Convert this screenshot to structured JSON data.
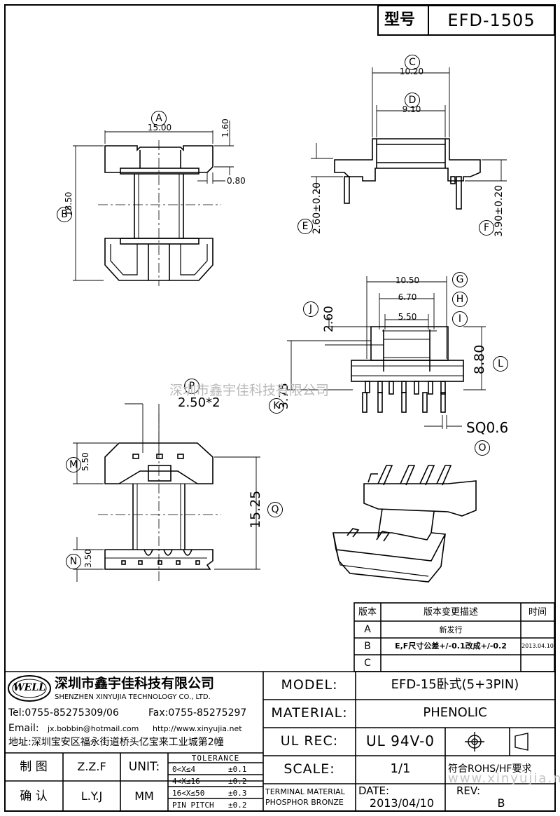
{
  "header": {
    "model_label": "型号",
    "model_value": "EFD-1505"
  },
  "dims": {
    "A": {
      "tag": "A",
      "value": "15.00"
    },
    "B": {
      "tag": "B",
      "value": "18.50"
    },
    "C": {
      "tag": "C",
      "value": "10.20"
    },
    "D": {
      "tag": "D",
      "value": "9.10"
    },
    "E": {
      "tag": "E",
      "value": "2.60±0.20"
    },
    "F": {
      "tag": "F",
      "value": "3.90±0.20"
    },
    "G": {
      "tag": "G",
      "value": "10.50"
    },
    "H": {
      "tag": "H",
      "value": "6.70"
    },
    "I": {
      "tag": "I",
      "value": "5.50"
    },
    "J": {
      "tag": "J",
      "value": "2.60"
    },
    "K": {
      "tag": "K",
      "value": "3.75"
    },
    "L": {
      "tag": "L",
      "value": "8.80"
    },
    "M": {
      "tag": "M",
      "value": "5.50"
    },
    "N": {
      "tag": "N",
      "value": "3.50"
    },
    "O": {
      "tag": "O",
      "value": "SQ0.6"
    },
    "P": {
      "tag": "P",
      "value": "2.50*2"
    },
    "Q": {
      "tag": "Q",
      "value": "15.25"
    },
    "top_1_60": "1.60",
    "top_0_80": "0.80"
  },
  "watermark_mid": "深圳市鑫宇佳科技有限公司",
  "watermark_bottom": "www.xinyujia.net",
  "revision": {
    "headers": [
      "版本",
      "版本变更描述",
      "时间"
    ],
    "rows": [
      {
        "ver": "A",
        "desc": "新发行",
        "date": ""
      },
      {
        "ver": "B",
        "desc": "E,F尺寸公差+/-0.1改成+/-0.2",
        "date": "2013.04.10"
      },
      {
        "ver": "C",
        "desc": "",
        "date": ""
      }
    ]
  },
  "company": {
    "logo": "WELL",
    "name_cn": "深圳市鑫宇佳科技有限公司",
    "name_en": "SHENZHEN XINYUJIA TECHNOLOGY CO., LTD.",
    "tel": "Tel:0755-85275309/06",
    "fax": "Fax:0755-85275297",
    "email_label": "Email:",
    "email": "jx.bobbin@hotmail.com",
    "web": "http://www.xinyujia.net",
    "address": "地址:深圳宝安区福永街道桥头亿宝来工业城第2幢"
  },
  "signoff": {
    "drawn_label": "制 图",
    "drawn_value": "Z.Z.F",
    "check_label": "确 认",
    "check_value": "L.Y.J",
    "unit_label": "UNIT:",
    "unit_value": "MM"
  },
  "tolerance": {
    "title": "TOLERANCE",
    "rows": [
      {
        "range": "0<X≤4",
        "tol": "±0.1"
      },
      {
        "range": "4<X≤16",
        "tol": "±0.2"
      },
      {
        "range": "16<X≤50",
        "tol": "±0.3"
      },
      {
        "range": "PIN PITCH",
        "tol": "±0.2"
      }
    ]
  },
  "spec": {
    "model_label": "MODEL:",
    "model_value": "EFD-15卧式(5+3PIN)",
    "material_label": "MATERIAL:",
    "material_value": "PHENOLIC",
    "ulrec_label": "UL REC:",
    "ulrec_value": "UL 94V-0",
    "scale_label": "SCALE:",
    "scale_value": "1/1",
    "rohs": "符合ROHS/HF要求",
    "terminal_line1": "TERMINAL MATERIAL",
    "terminal_line2": "PHOSPHOR BRONZE",
    "date_label": "DATE:",
    "date_value": "2013/04/10",
    "rev_label": "REV:",
    "rev_value": "B"
  }
}
